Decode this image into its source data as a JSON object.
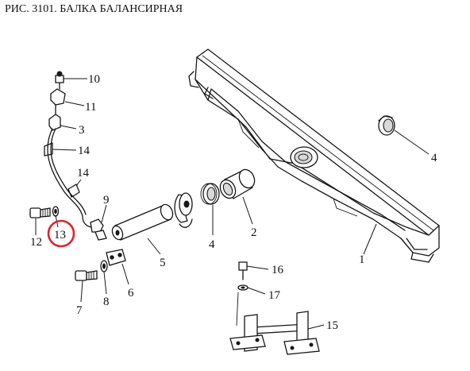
{
  "title": "РИС. 3101. БАЛКА БАЛАНСИРНАЯ",
  "highlight_color": "#e0242b",
  "highlighted_part": "13",
  "callouts": {
    "c1": "1",
    "c2": "2",
    "c3": "3",
    "c4a": "4",
    "c4b": "4",
    "c5": "5",
    "c6": "6",
    "c7": "7",
    "c8": "8",
    "c9": "9",
    "c10": "10",
    "c11": "11",
    "c12": "12",
    "c13": "13",
    "c14a": "14",
    "c14b": "14",
    "c15": "15",
    "c16": "16",
    "c17": "17"
  }
}
